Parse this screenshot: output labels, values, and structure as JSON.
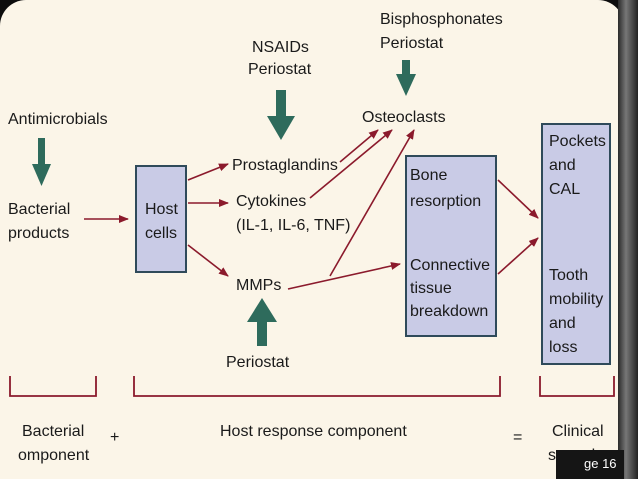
{
  "labels": {
    "antimicrobials": "Antimicrobials",
    "bacterial_products_1": "Bacterial",
    "bacterial_products_2": "products",
    "host_cells_1": "Host",
    "host_cells_2": "cells",
    "nsaids_1": "NSAIDs",
    "nsaids_2": "Periostat",
    "bisphosphonates_1": "Bisphosphonates",
    "bisphosphonates_2": "Periostat",
    "osteoclasts": "Osteoclasts",
    "prostaglandins": "Prostaglandins",
    "cytokines_1": "Cytokines",
    "cytokines_2": "(IL-1, IL-6, TNF)",
    "mmps": "MMPs",
    "periostat_bottom": "Periostat",
    "bone_resorption_1": "Bone",
    "bone_resorption_2": "resorption",
    "connective_1": "Connective",
    "connective_2": "tissue",
    "connective_3": "breakdown",
    "pockets_1": "Pockets",
    "pockets_2": "and",
    "pockets_3": "CAL",
    "tooth_1": "Tooth",
    "tooth_2": "mobility",
    "tooth_3": "and",
    "tooth_4": "loss"
  },
  "footer": {
    "bacterial_component_1": "Bacterial",
    "bacterial_component_2": "omponent",
    "plus": "+",
    "host_response": "Host response component",
    "equals": "=",
    "clinical_1": "Clinical",
    "clinical_2": "sequelae"
  },
  "page_label": "ge 16",
  "colors": {
    "background": "#fbf5e8",
    "box_fill": "#c9cbe6",
    "arrow_red": "#8b1a2c",
    "arrow_green": "#2e6b5c"
  }
}
